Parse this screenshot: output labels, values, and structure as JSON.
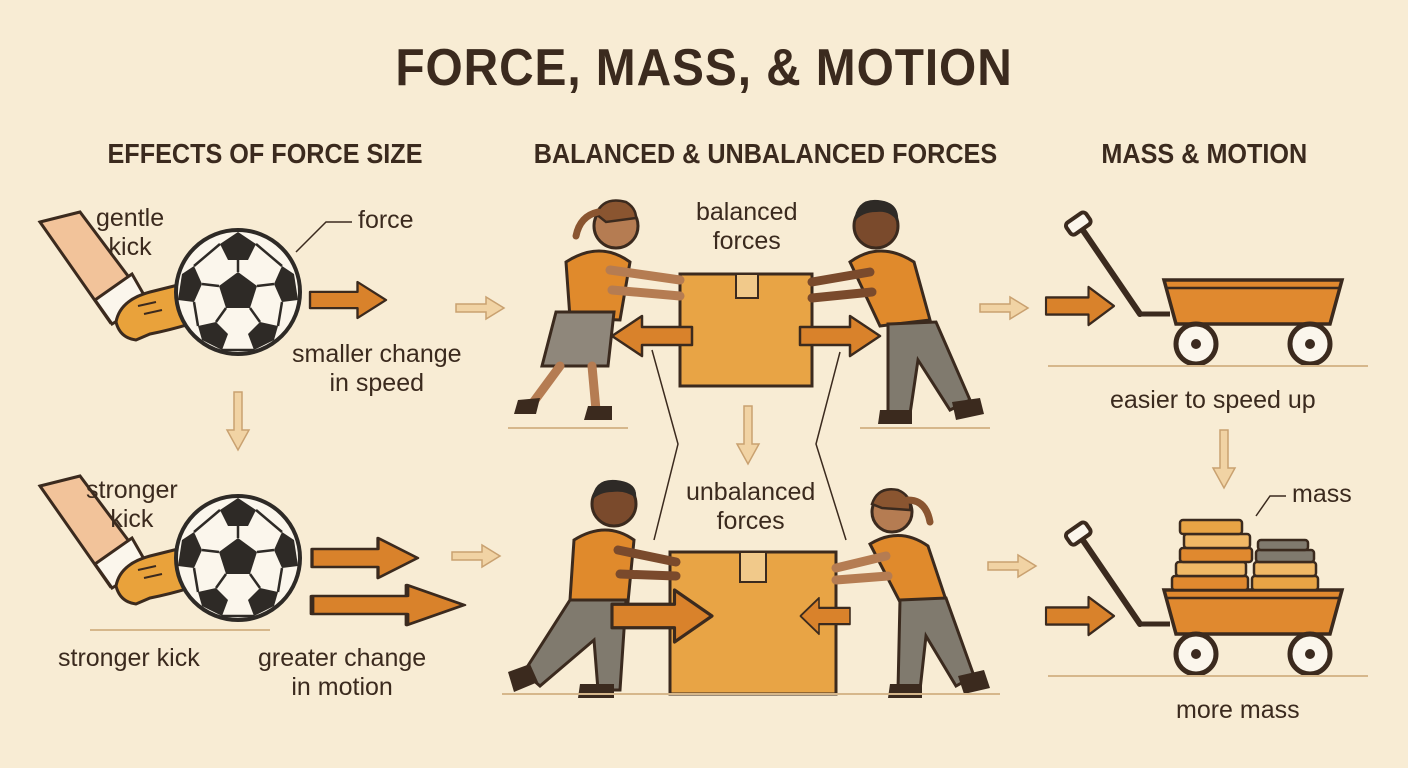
{
  "title": "FORCE, MASS, & MOTION",
  "sections": {
    "force_size": {
      "heading": "EFFECTS OF FORCE SIZE",
      "gentle_kick": "gentle\nkick",
      "force": "force",
      "smaller_change": "smaller change\nin speed",
      "stronger_kick_top": "stronger\nkick",
      "stronger_kick_bottom": "stronger kick",
      "greater_change": "greater change\nin motion"
    },
    "balanced": {
      "heading": "BALANCED & UNBALANCED FORCES",
      "balanced_forces": "balanced\nforces",
      "unbalanced_forces": "unbalanced\nforces"
    },
    "mass_motion": {
      "heading": "MASS & MOTION",
      "easier": "easier to speed up",
      "mass": "mass",
      "more_mass": "more mass"
    }
  },
  "colors": {
    "background": "#f8ecd4",
    "arrow": "#d9822b",
    "box": "#e8a445",
    "wagon": "#e0892f",
    "ink": "#3b2a1e",
    "shirt": "#e08a2c",
    "pants": "#807a6e",
    "skirt": "#8f877b",
    "flow_arrow": "#e8c89a"
  }
}
